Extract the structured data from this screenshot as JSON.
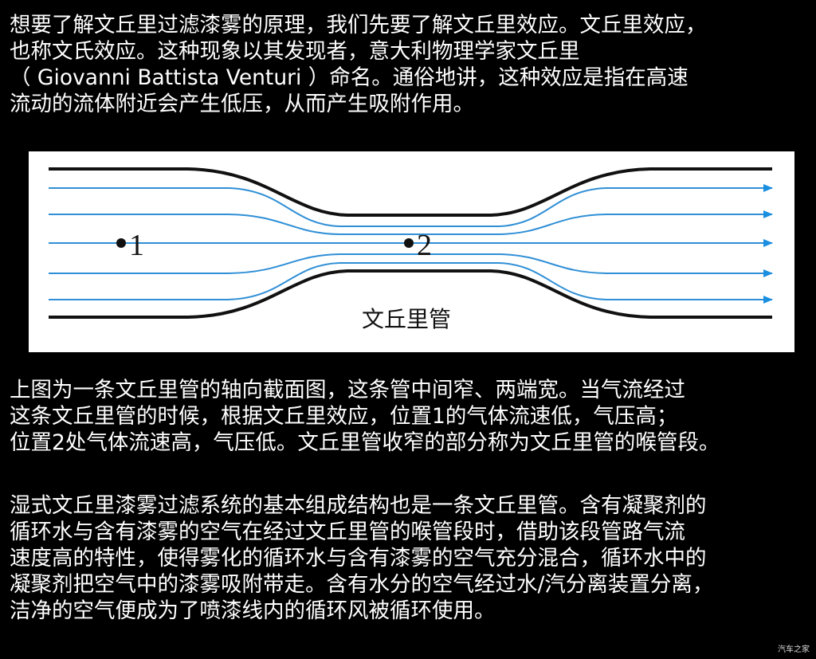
{
  "intro": {
    "lines": [
      "想要了解文丘里过滤漆雾的原理，我们先要了解文丘里效应。文丘里效应，",
      "也称文氏效应。这种现象以其发现者，意大利物理学家文丘里",
      "（ Giovanni Battista Venturi ）命名。通俗地讲，这种效应是指在高速",
      "流动的流体附近会产生低压，从而产生吸附作用。"
    ]
  },
  "diagram": {
    "point1_label": "1",
    "point2_label": "2",
    "caption": "文丘里管",
    "wall_color": "#111111",
    "streamline_color": "#2f8fd6",
    "arrow_color": "#1a8fe0"
  },
  "explanation": {
    "lines": [
      "上图为一条文丘里管的轴向截面图，这条管中间窄、两端宽。当气流经过",
      "这条文丘里管的时候，根据文丘里效应，位置1的气体流速低，气压高；",
      "位置2处气体流速高，气压低。文丘里管收窄的部分称为文丘里管的喉管段。"
    ]
  },
  "system": {
    "lines": [
      "湿式文丘里漆雾过滤系统的基本组成结构也是一条文丘里管。含有凝聚剂的",
      "循环水与含有漆雾的空气在经过文丘里管的喉管段时，借助该段管路气流",
      "速度高的特性，使得雾化的循环水与含有漆雾的空气充分混合，循环水中的",
      "凝聚剂把空气中的漆雾吸附带走。含有水分的空气经过水/汽分离装置分离，",
      "洁净的空气便成为了喷漆线内的循环风被循环使用。"
    ]
  },
  "watermark": "汽车之家"
}
